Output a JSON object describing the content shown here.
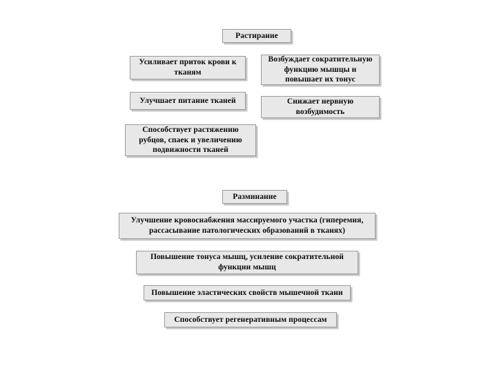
{
  "diagram": {
    "type": "flow-chart",
    "sections": [
      {
        "id": "rastiranie",
        "title": "Растирание",
        "effects": [
          "Усиливает приток крови к тканям",
          "Возбуждает сократительную функцию мышцы и повышает их тонус",
          "Улучшает питание тканей",
          "Снижает нервную возбудимость",
          "Способствует растяжению рубцов, спаек и увеличению подвижности тканей"
        ]
      },
      {
        "id": "razminanie",
        "title": "Разминание",
        "effects": [
          "Улучшение кровоснабжения массируемого участка (гиперемия, рассасывание патологических образований в тканях)",
          "Повышение тонуса мышц, усиление сократительной функции мышц",
          "Повышение эластических свойств мышечной ткани",
          "Способствует регенеративным процессам"
        ]
      }
    ]
  },
  "colors": {
    "box_fill": "#e8e8e8",
    "box_border": "#9a9a9a",
    "text": "#0b0b0b",
    "background": "#ffffff"
  }
}
